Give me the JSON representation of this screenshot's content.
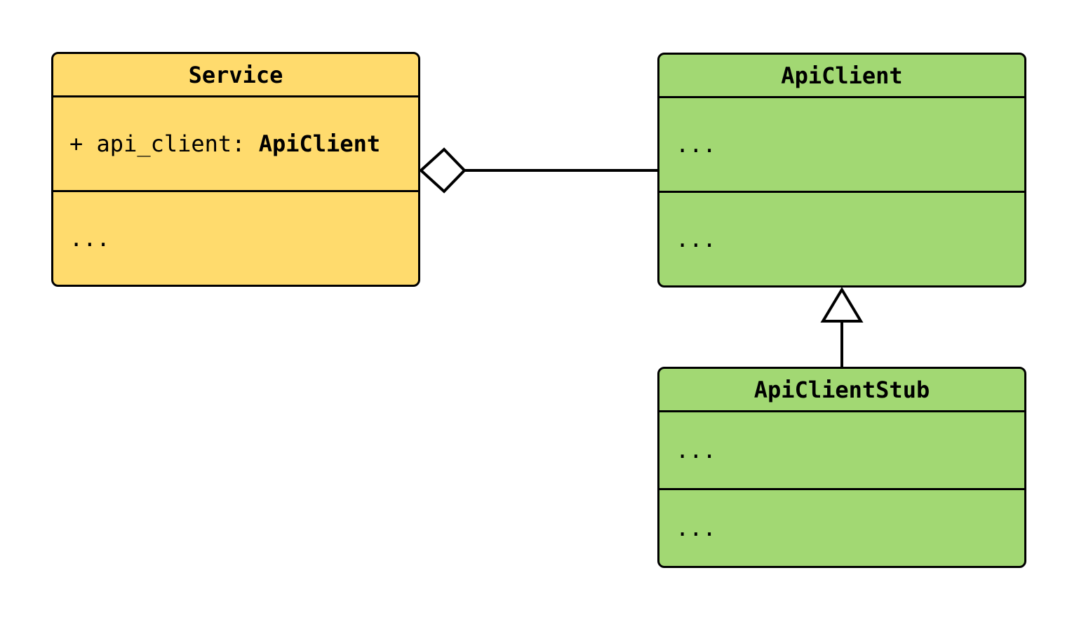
{
  "diagram": {
    "kind": "uml-class-diagram",
    "colors": {
      "class-yellow": "#FFDB6D",
      "class-green": "#A2D873",
      "stroke": "#000000",
      "canvas-bg": "#FFFFFF"
    },
    "classes": {
      "service": {
        "name": "Service",
        "attribute_prefix": "+ api_client: ",
        "attribute_type": "ApiClient",
        "methods_placeholder": "..."
      },
      "api_client": {
        "name": "ApiClient",
        "attributes_placeholder": "...",
        "methods_placeholder": "..."
      },
      "api_client_stub": {
        "name": "ApiClientStub",
        "attributes_placeholder": "...",
        "methods_placeholder": "..."
      }
    },
    "relationships": [
      {
        "type": "aggregation",
        "from": "Service",
        "to": "ApiClient",
        "marker": "hollow-diamond"
      },
      {
        "type": "inheritance",
        "from": "ApiClientStub",
        "to": "ApiClient",
        "marker": "hollow-triangle"
      }
    ]
  }
}
